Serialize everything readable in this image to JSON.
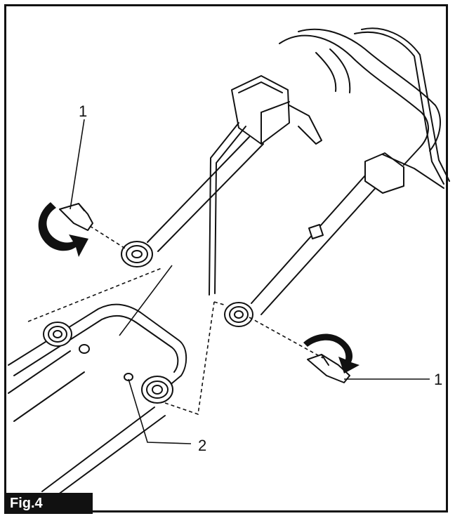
{
  "figure": {
    "label": "Fig.4"
  },
  "callouts": {
    "left_knob": "1",
    "right_knob": "1",
    "bolt": "2"
  },
  "colors": {
    "ink": "#111111",
    "paper": "#ffffff"
  }
}
